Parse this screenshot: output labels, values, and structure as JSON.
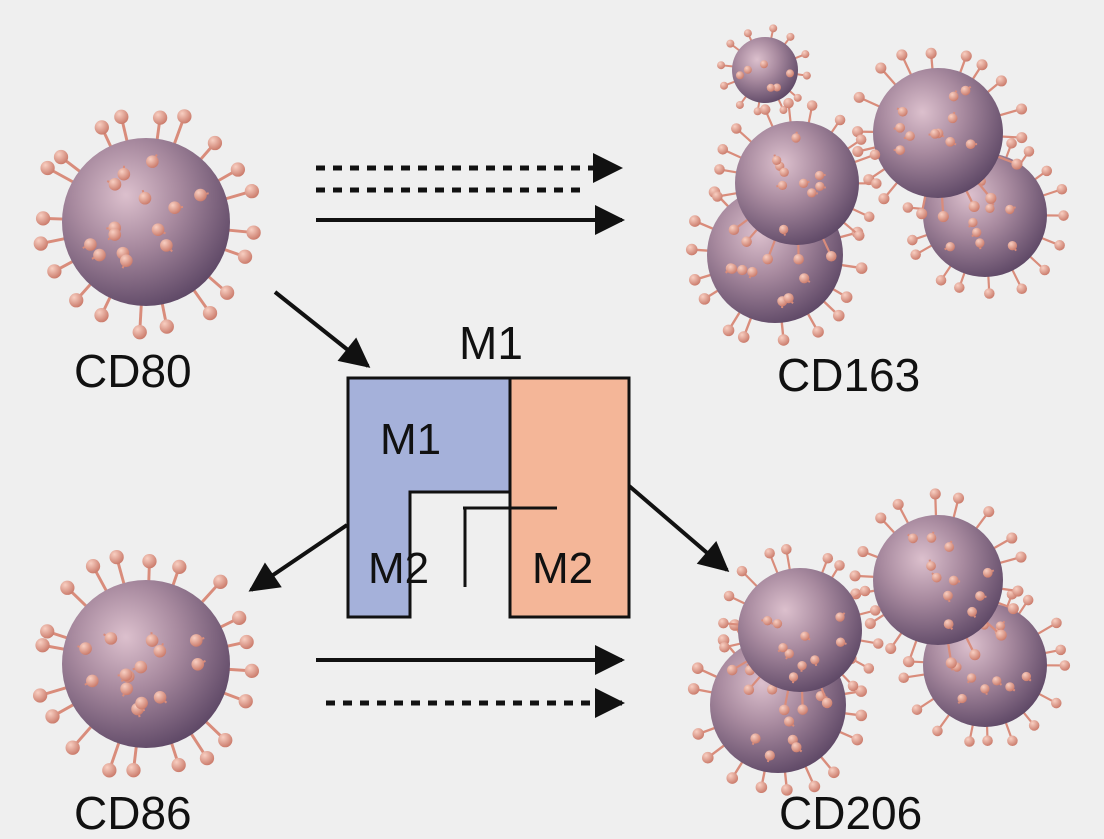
{
  "labels": {
    "cd80": "CD80",
    "cd86": "CD86",
    "cd163": "CD163",
    "cd206": "CD206",
    "m1_top": "M1",
    "m1_box": "M1",
    "m2_left": "M2",
    "m2_right": "M2"
  },
  "colors": {
    "background": "#efefef",
    "cell_body": "#8a6a85",
    "cell_highlight": "#d9b8c8",
    "spike": "#e29a88",
    "spike_tip": "#e8a090",
    "m1_fill": "#a5b1da",
    "m2_fill": "#f4b698",
    "line": "#111111"
  },
  "icons": {
    "cell": "virus-like-cell-icon",
    "arrow": "arrow-icon"
  }
}
